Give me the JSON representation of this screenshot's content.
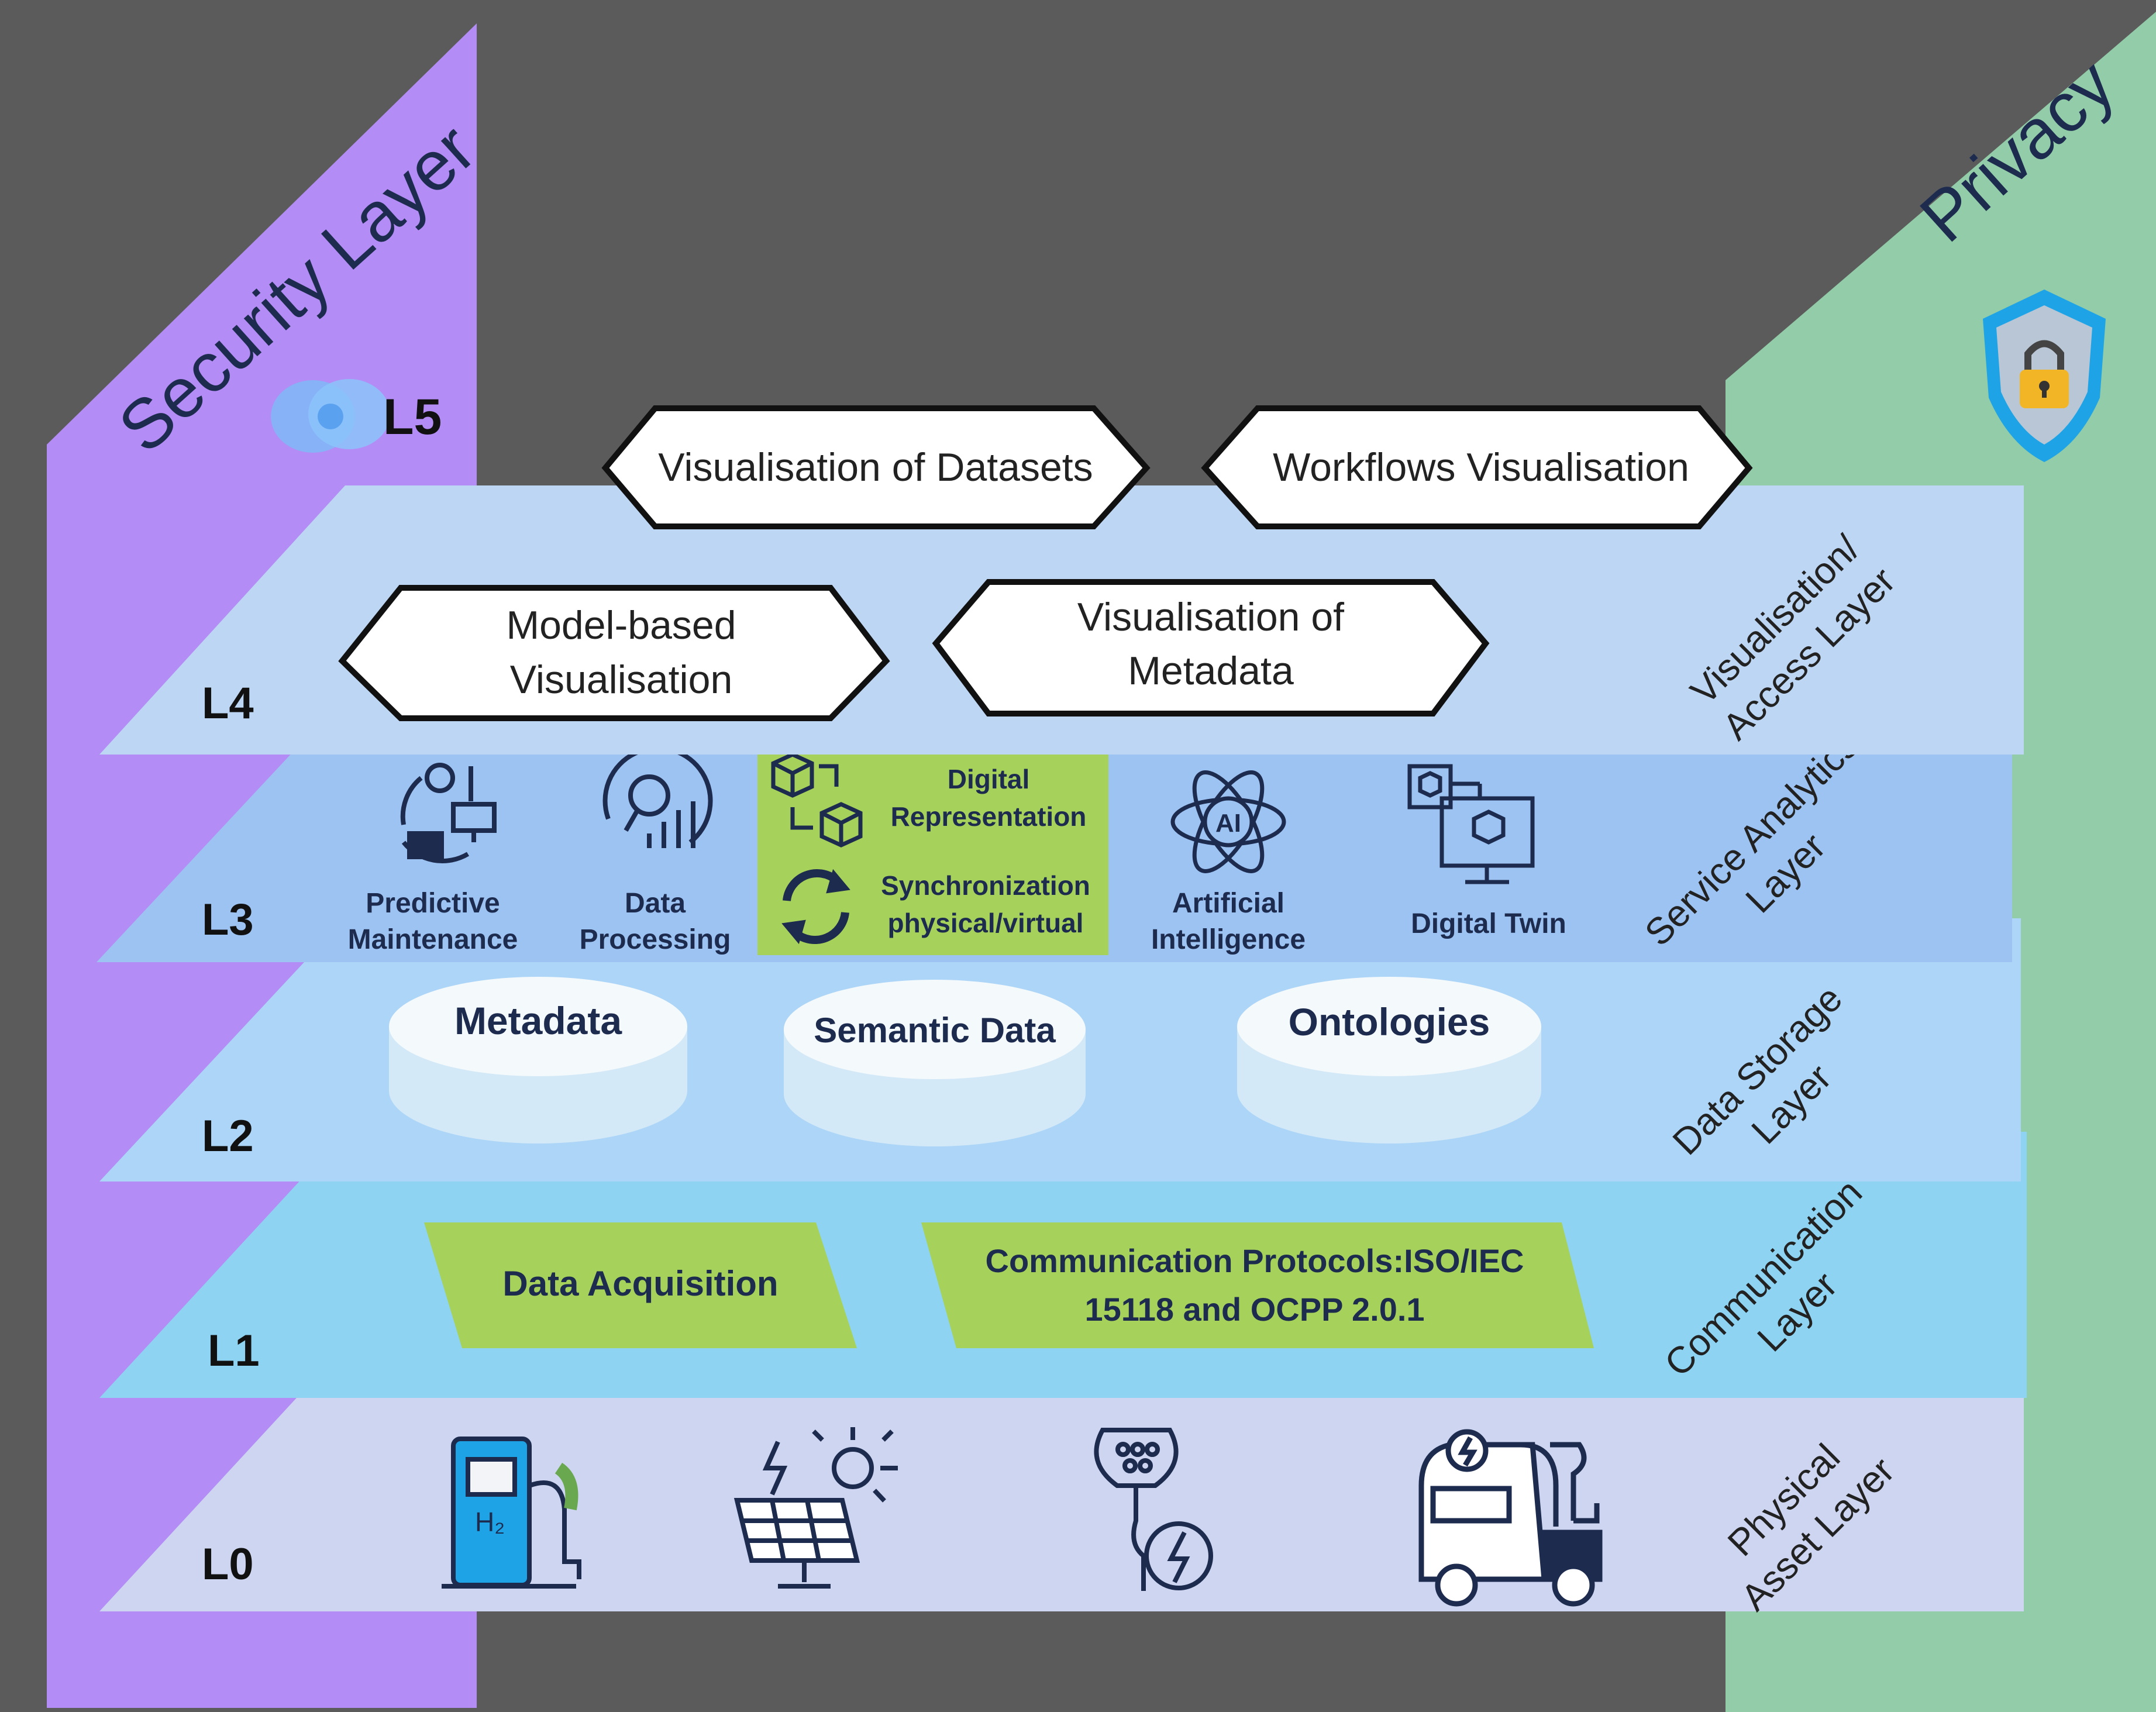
{
  "colors": {
    "background": "#5b5b5b",
    "security_wall": "#b38cf5",
    "privacy_wall": "#92cca8",
    "l4_plane": "#bdd6f3",
    "l3_plane": "#9dc3f2",
    "l2_plane": "#acd5f7",
    "l1_plane": "#8ed3f2",
    "l0_plane": "#cdd5f0",
    "green_box": "#a6d15a",
    "navy": "#1d2b4f",
    "icon_blue": "#1ea4e6"
  },
  "walls": {
    "security_title": "Security Layer",
    "privacy_title": "Privacy"
  },
  "levels": {
    "l5": "L5",
    "l4": "L4",
    "l3": "L3",
    "l2": "L2",
    "l1": "L1",
    "l0": "L0"
  },
  "layer_names": {
    "l4": [
      "Visualisation/",
      "Access Layer"
    ],
    "l3": [
      "Service Analytics",
      "Layer"
    ],
    "l2": [
      "Data Storage",
      "Layer"
    ],
    "l1": [
      "Communication",
      "Layer"
    ],
    "l0": [
      "Physical",
      "Asset Layer"
    ]
  },
  "l4_items": {
    "datasets": [
      "Visualisation of Datasets"
    ],
    "workflows": [
      "Workflows Visualisation"
    ],
    "model_based": [
      "Model-based",
      "Visualisation"
    ],
    "metadata_vis": [
      "Visualisation of",
      "Metadata"
    ]
  },
  "l3_items": {
    "predictive": [
      "Predictive",
      "Maintenance"
    ],
    "processing": [
      "Data",
      "Processing"
    ],
    "digital_rep": [
      "Digital",
      "Representation"
    ],
    "sync": [
      "Synchronization",
      "physical/virtual"
    ],
    "ai": [
      "Artificial",
      "Intelligence"
    ],
    "ai_badge": "AI",
    "twin": [
      "Digital Twin"
    ]
  },
  "l2_items": {
    "metadata": "Metadata",
    "semantic": "Semantic Data",
    "ontologies": "Ontologies"
  },
  "l1_items": {
    "acquisition": [
      "Data Acquisition"
    ],
    "protocols": [
      "Communication Protocols:ISO/IEC",
      "15118 and OCPP 2.0.1"
    ]
  },
  "l0_items": {
    "h2_label": "H₂",
    "icons": [
      "hydrogen-pump-icon",
      "solar-panel-icon",
      "ev-charger-plug-icon",
      "electric-truck-icon"
    ]
  }
}
